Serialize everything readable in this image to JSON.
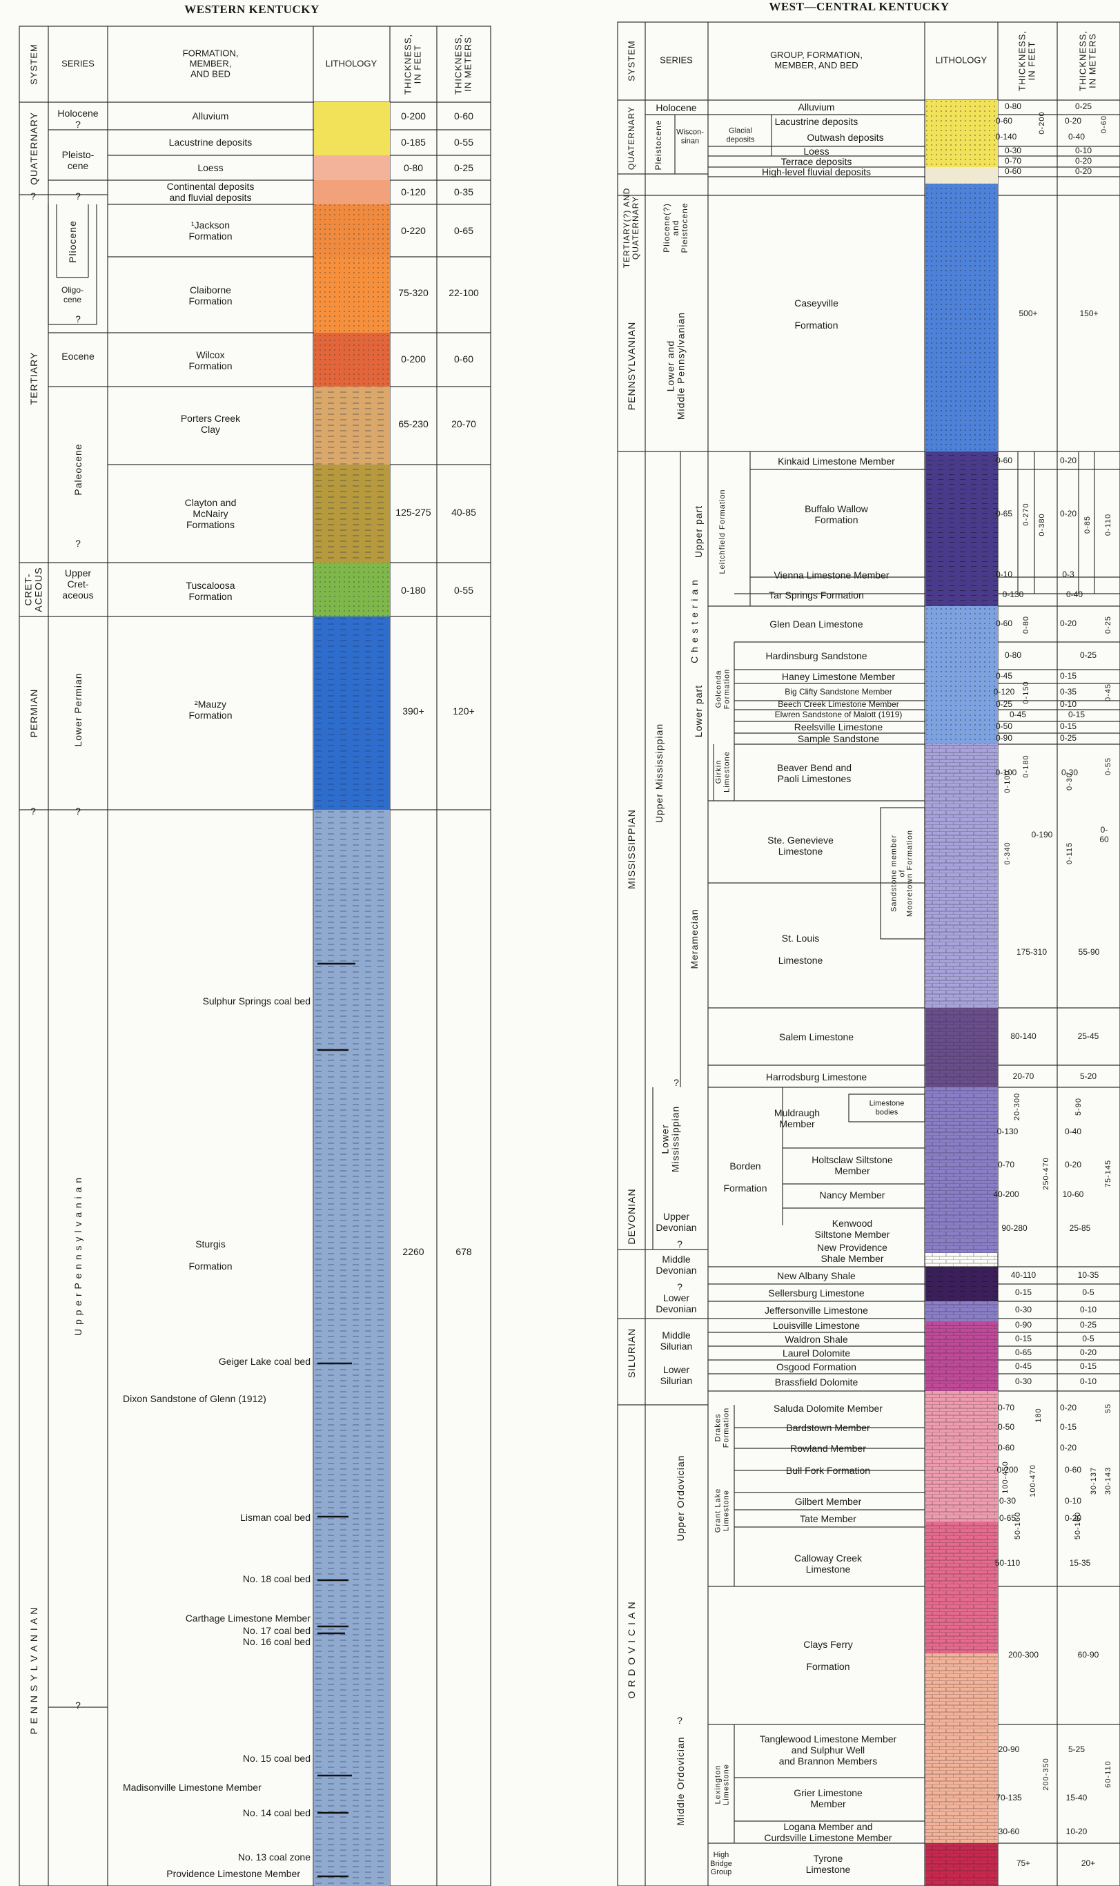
{
  "titles": {
    "left": "WESTERN KENTUCKY",
    "right": "WEST—CENTRAL KENTUCKY"
  },
  "colors": {
    "yellow": "#f1e25a",
    "pink": "#f3b39a",
    "salmon": "#f2a27a",
    "orange": "#f08a3e",
    "orange2": "#f7903c",
    "redorange": "#e3663a",
    "tan": "#d9a86a",
    "olive": "#b69a3d",
    "green": "#7fb84a",
    "blue": "#2e6dcb",
    "grayblue": "#8fa9cf",
    "darkviolet": "#4a3a8a",
    "violet": "#8a7fc7",
    "lavender": "#a9a3dc",
    "purple": "#6a4e8c",
    "darkpurple": "#3a1f5a",
    "magenta": "#c04a9a",
    "rose": "#e56a8e",
    "pinkish": "#ee9cae",
    "red": "#c8284e",
    "lightblue": "#7ea2e0",
    "medblue": "#4e82d8"
  },
  "left": {
    "headers": {
      "system": "SYSTEM",
      "series": "SERIES",
      "formation": "FORMATION,\nMEMBER,\nAND BED",
      "lithology": "LITHOLOGY",
      "ft": "THICKNESS,\nIN FEET",
      "m": "THICKNESS,\nIN METERS"
    },
    "systems": {
      "quaternary": "QUATERNARY",
      "tertiary": "TERTIARY",
      "cretaceous": "CRET-\nACEOUS",
      "permian": "PERMIAN",
      "pennsylvanian": "P E N N S Y L V A N I A N"
    },
    "series": {
      "holocene": "Holocene",
      "pleistocene": "Pleisto-\ncene",
      "pliocene": "Pliocene",
      "oligocene": "Oligo-\ncene",
      "eocene": "Eocene",
      "paleocene": "Paleocene",
      "upper_cret": "Upper\nCret-\naceous",
      "lower_permian": "Lower Permian",
      "upper_penn": "U p p e r   P e n n s y l v a n i a n"
    },
    "q": "?",
    "rows": [
      {
        "name": "Alluvium",
        "ft": "0-200",
        "m": "0-60"
      },
      {
        "name": "Lacustrine deposits",
        "ft": "0-185",
        "m": "0-55"
      },
      {
        "name": "Loess",
        "ft": "0-80",
        "m": "0-25"
      },
      {
        "name": "Continental deposits\nand fluvial deposits",
        "ft": "0-120",
        "m": "0-35"
      },
      {
        "name": "¹Jackson\nFormation",
        "ft": "0-220",
        "m": "0-65"
      },
      {
        "name": "Claiborne\nFormation",
        "ft": "75-320",
        "m": "22-100"
      },
      {
        "name": "Wilcox\nFormation",
        "ft": "0-200",
        "m": "0-60"
      },
      {
        "name": "Porters Creek\nClay",
        "ft": "65-230",
        "m": "20-70"
      },
      {
        "name": "Clayton and\nMcNairy\nFormations",
        "ft": "125-275",
        "m": "40-85"
      },
      {
        "name": "Tuscaloosa\nFormation",
        "ft": "0-180",
        "m": "0-55"
      },
      {
        "name": "²Mauzy\nFormation",
        "ft": "390+",
        "m": "120+"
      },
      {
        "name": "Sturgis\n\nFormation",
        "ft": "2260",
        "m": "678"
      }
    ],
    "beds": [
      "Sulphur Springs coal bed",
      "Geiger Lake coal bed",
      "Dixon Sandstone of Glenn (1912)",
      "Lisman coal bed",
      "No. 18 coal bed",
      "Carthage Limestone Member",
      "No. 17 coal bed",
      "No. 16 coal bed",
      "No. 15 coal bed",
      "Madisonville Limestone Member",
      "No. 14 coal bed",
      "No. 13 coal zone",
      "Providence Limestone Member"
    ]
  },
  "right": {
    "headers": {
      "system": "SYSTEM",
      "series": "SERIES",
      "formation": "GROUP, FORMATION,\nMEMBER, AND BED",
      "lithology": "LITHOLOGY",
      "ft": "THICKNESS,\nIN FEET",
      "m": "THICKNESS,\nIN METERS"
    },
    "systems": {
      "quaternary": "QUATERNARY",
      "tert_quat": "TERTIARY(?) AND\nQUATERNARY",
      "pennsylvanian": "PENNSYLVANIAN",
      "mississippian": "MISSISSIPPIAN",
      "devonian": "DEVONIAN",
      "silurian": "SILURIAN",
      "ordovician": "O R D O V I C I A N"
    },
    "series": {
      "holocene": "Holocene",
      "pleistocene": "Pleistocene",
      "wisconsinan": "Wiscon-\nsinan",
      "plio_pleist": "Pliocene(?)\nand\nPleistocene",
      "lower_mid_penn": "Lower and\nMiddle Pennsylvanian",
      "upper_miss": "Upper Mississippian",
      "chesterian": "C h e s t e r i a n",
      "upper_part": "Upper part",
      "lower_part": "Lower part",
      "meramecian": "Meramecian",
      "lower_miss": "Lower\nMississippian",
      "upper_dev": "Upper\nDevonian",
      "middle_dev": "Middle\nDevonian",
      "lower_dev": "Lower\nDevonian",
      "middle_sil": "Middle\nSilurian",
      "lower_sil": "Lower\nSilurian",
      "upper_ord": "Upper Ordovician",
      "middle_ord": "Middle Ordovician"
    },
    "groups": {
      "glacial": "Glacial\ndeposits",
      "leitchfield": "Leitchfield Formation",
      "golconda": "Golconda\nFormation",
      "girkin": "Girkin\nLimestone",
      "borden": "Borden\n\nFormation",
      "drakes": "Drakes\nFormation",
      "grant_lake": "Grant Lake\nLimestone",
      "lexington": "Lexington\nLimestone",
      "high_bridge": "High\nBridge\nGroup",
      "sandstone_member": "Sandstone member\nof\nMooretown Formation",
      "limestone_bodies": "Limestone\nbodies"
    },
    "q": "?",
    "rows": [
      {
        "name": "Alluvium",
        "ft": "0-80",
        "m": "0-25"
      },
      {
        "name": "Lacustrine deposits",
        "ft": "0-60",
        "m": "0-20"
      },
      {
        "name": "Outwash deposits",
        "ft": "0-140",
        "m": "0-40"
      },
      {
        "name": "Loess",
        "ft": "0-30",
        "m": "0-10"
      },
      {
        "name": "Terrace deposits",
        "ft": "0-70",
        "m": "0-20"
      },
      {
        "name": "High-level fluvial deposits",
        "ft": "0-60",
        "m": "0-20"
      },
      {
        "name": "Caseyville\n\nFormation",
        "ft": "500+",
        "m": "150+"
      },
      {
        "name": "Kinkaid Limestone Member",
        "ft": "0-60",
        "m": "0-20"
      },
      {
        "name": "Buffalo Wallow\nFormation",
        "ft": "0-65",
        "m": "0-20"
      },
      {
        "name": "Vienna Limestone Member",
        "ft": "0-10",
        "m": "0-3"
      },
      {
        "name": "Tar Springs Formation",
        "ft": "0-130",
        "m": "0-40"
      },
      {
        "name": "Glen Dean Limestone",
        "ft": "0-60",
        "m": "0-20"
      },
      {
        "name": "Hardinsburg Sandstone",
        "ft": "0-80",
        "m": "0-25"
      },
      {
        "name": "Haney Limestone Member",
        "ft": "0-45",
        "m": "0-15"
      },
      {
        "name": "Big Clifty Sandstone Member",
        "ft": "0-120",
        "m": "0-35"
      },
      {
        "name": "Beech Creek Limestone Member",
        "ft": "0-25",
        "m": "0-10"
      },
      {
        "name": "Elwren Sandstone of Malott (1919)",
        "ft": "0-45",
        "m": "0-15"
      },
      {
        "name": "Reelsville Limestone",
        "ft": "0-50",
        "m": "0-15"
      },
      {
        "name": "Sample Sandstone",
        "ft": "0-90",
        "m": "0-25"
      },
      {
        "name": "Beaver Bend and\nPaoli Limestones",
        "ft": "0-100",
        "m": "0-30"
      },
      {
        "name": "Ste. Genevieve\nLimestone",
        "ft": "0-190",
        "m": "0-60"
      },
      {
        "name": "St. Louis\n\nLimestone",
        "ft": "175-310",
        "m": "55-90"
      },
      {
        "name": "Salem Limestone",
        "ft": "80-140",
        "m": "25-45"
      },
      {
        "name": "Harrodsburg Limestone",
        "ft": "20-70",
        "m": "5-20"
      },
      {
        "name": "Muldraugh\nMember",
        "ft": "0-130",
        "m": "0-40"
      },
      {
        "name": "Holtsclaw Siltstone\nMember",
        "ft": "0-70",
        "m": "0-20"
      },
      {
        "name": "Nancy Member",
        "ft": "40-200",
        "m": "10-60"
      },
      {
        "name": "Kenwood\nSiltstone Member",
        "ft": "90-280",
        "m": "25-85"
      },
      {
        "name": "New Providence\nShale Member",
        "ft": "",
        "m": ""
      },
      {
        "name": "New Albany Shale",
        "ft": "40-110",
        "m": "10-35"
      },
      {
        "name": "Sellersburg Limestone",
        "ft": "0-15",
        "m": "0-5"
      },
      {
        "name": "Jeffersonville Limestone",
        "ft": "0-30",
        "m": "0-10"
      },
      {
        "name": "Louisville Limestone",
        "ft": "0-90",
        "m": "0-25"
      },
      {
        "name": "Waldron Shale",
        "ft": "0-15",
        "m": "0-5"
      },
      {
        "name": "Laurel Dolomite",
        "ft": "0-65",
        "m": "0-20"
      },
      {
        "name": "Osgood Formation",
        "ft": "0-45",
        "m": "0-15"
      },
      {
        "name": "Brassfield Dolomite",
        "ft": "0-30",
        "m": "0-10"
      },
      {
        "name": "Saluda Dolomite Member",
        "ft": "0-70",
        "m": "0-20"
      },
      {
        "name": "Bardstown Member",
        "ft": "0-50",
        "m": "0-15"
      },
      {
        "name": "Rowland Member",
        "ft": "0-60",
        "m": "0-20"
      },
      {
        "name": "Bull Fork Formation",
        "ft": "0-200",
        "m": "0-60"
      },
      {
        "name": "Gilbert Member",
        "ft": "0-30",
        "m": "0-10"
      },
      {
        "name": "Tate Member",
        "ft": "0-65",
        "m": "0-20"
      },
      {
        "name": "Calloway Creek\nLimestone",
        "ft": "50-110",
        "m": "15-35"
      },
      {
        "name": "Clays Ferry\n\nFormation",
        "ft": "200-300",
        "m": "60-90"
      },
      {
        "name": "Tanglewood Limestone Member\nand Sulphur Well\nand Brannon Members",
        "ft": "20-90",
        "m": "5-25"
      },
      {
        "name": "Grier Limestone\nMember",
        "ft": "70-135",
        "m": "15-40"
      },
      {
        "name": "Logana Member and\nCurdsville Limestone Member",
        "ft": "30-60",
        "m": "10-20"
      },
      {
        "name": "Tyrone\nLimestone",
        "ft": "75+",
        "m": "20+"
      }
    ],
    "subtotals_ft": [
      "0-200",
      "0-270",
      "0-380",
      "0-80",
      "0-150",
      "0-180",
      "0-340",
      "0-100",
      "20-300",
      "250-470",
      "100-450",
      "100-470",
      "50-160",
      "200-350",
      "180"
    ],
    "subtotals_m": [
      "0-60",
      "0-85",
      "0-110",
      "0-25",
      "0-45",
      "0-55",
      "0-115",
      "0-30",
      "5-90",
      "75-145",
      "30-137",
      "30-143",
      "50-160",
      "60-110",
      "55"
    ]
  }
}
